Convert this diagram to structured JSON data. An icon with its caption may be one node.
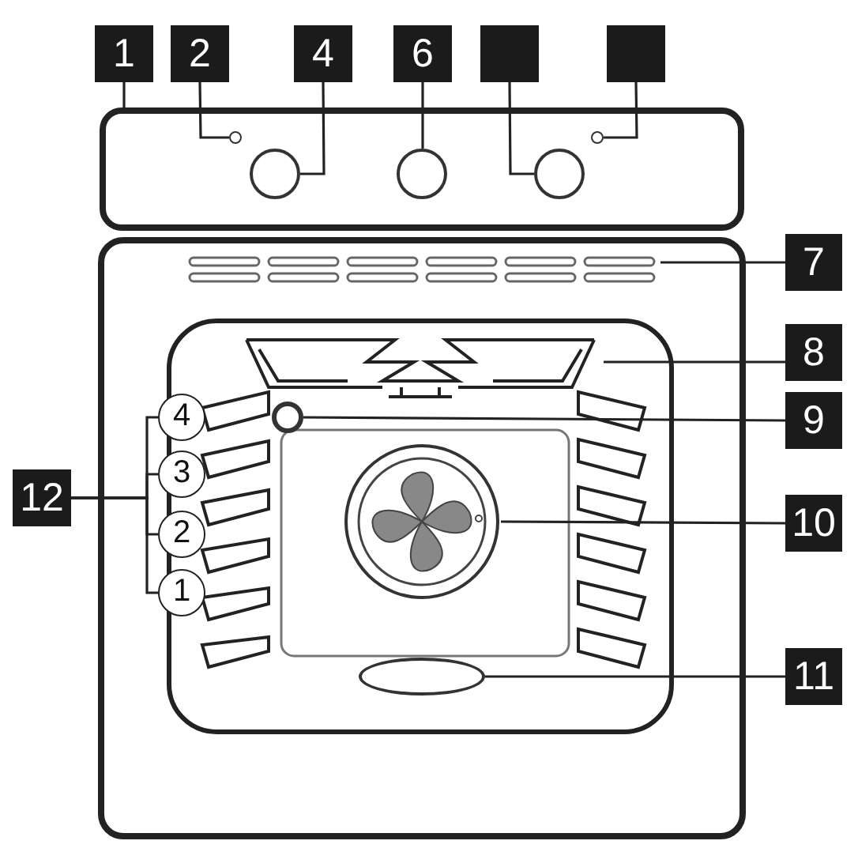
{
  "diagram": {
    "nodes": [
      {
        "text": [
          "1"
        ]
      },
      {
        "text": [
          "2"
        ]
      },
      {
        "text": [
          "4"
        ]
      },
      {
        "text": [
          "6"
        ]
      },
      {
        "text": [],
        "shape": "box"
      },
      {
        "text": [],
        "shape": "box"
      },
      {
        "text": [
          "7"
        ]
      },
      {
        "text": [
          "8"
        ]
      },
      {
        "text": [
          "9"
        ]
      },
      {
        "text": [
          "10"
        ]
      },
      {
        "text": [
          "11"
        ]
      },
      {
        "text": [
          "12"
        ]
      },
      {
        "text": [
          "4"
        ]
      },
      {
        "text": [
          "3"
        ]
      },
      {
        "text": [
          "2"
        ]
      },
      {
        "text": [
          "1"
        ]
      },
      {
        "text": [],
        "shape": "box"
      },
      {
        "text": [],
        "shape": "circle",
        "in": 16
      },
      {
        "text": [],
        "shape": "circle",
        "in": 16
      },
      {
        "text": [],
        "shape": "circle",
        "in": 16
      },
      {
        "text": [],
        "shape": "circle",
        "in": 16
      },
      {
        "text": [],
        "shape": "circle",
        "in": 16
      },
      {
        "text": [],
        "shape": "bar"
      },
      {
        "text": [],
        "shape": "picture"
      },
      {
        "text": [],
        "shape": "circle"
      },
      {
        "text": [],
        "shape": "picture"
      },
      {
        "text": [],
        "shape": "ellipse"
      }
    ],
    "edges": [
      {
        "from": 0,
        "to": 16,
        "arrow": "none"
      },
      {
        "from": 1,
        "to": 17,
        "arrow": "none"
      },
      {
        "from": 2,
        "to": 18,
        "arrow": "none"
      },
      {
        "from": 3,
        "to": 19,
        "arrow": "none"
      },
      {
        "from": 4,
        "to": 20,
        "arrow": "none"
      },
      {
        "from": 5,
        "to": 21,
        "arrow": "none"
      },
      {
        "from": 6,
        "to": 22,
        "arrow": "none"
      },
      {
        "from": 7,
        "to": 23,
        "arrow": "none"
      },
      {
        "from": 8,
        "to": 24,
        "arrow": "none"
      },
      {
        "from": 9,
        "to": 25,
        "arrow": "none"
      },
      {
        "from": 10,
        "to": 26,
        "arrow": "none"
      },
      {
        "from": 11,
        "to": 12,
        "arrow": "none"
      },
      {
        "from": 11,
        "to": 13,
        "arrow": "none"
      },
      {
        "from": 11,
        "to": 14,
        "arrow": "none"
      },
      {
        "from": 11,
        "to": 15,
        "arrow": "none"
      }
    ]
  }
}
